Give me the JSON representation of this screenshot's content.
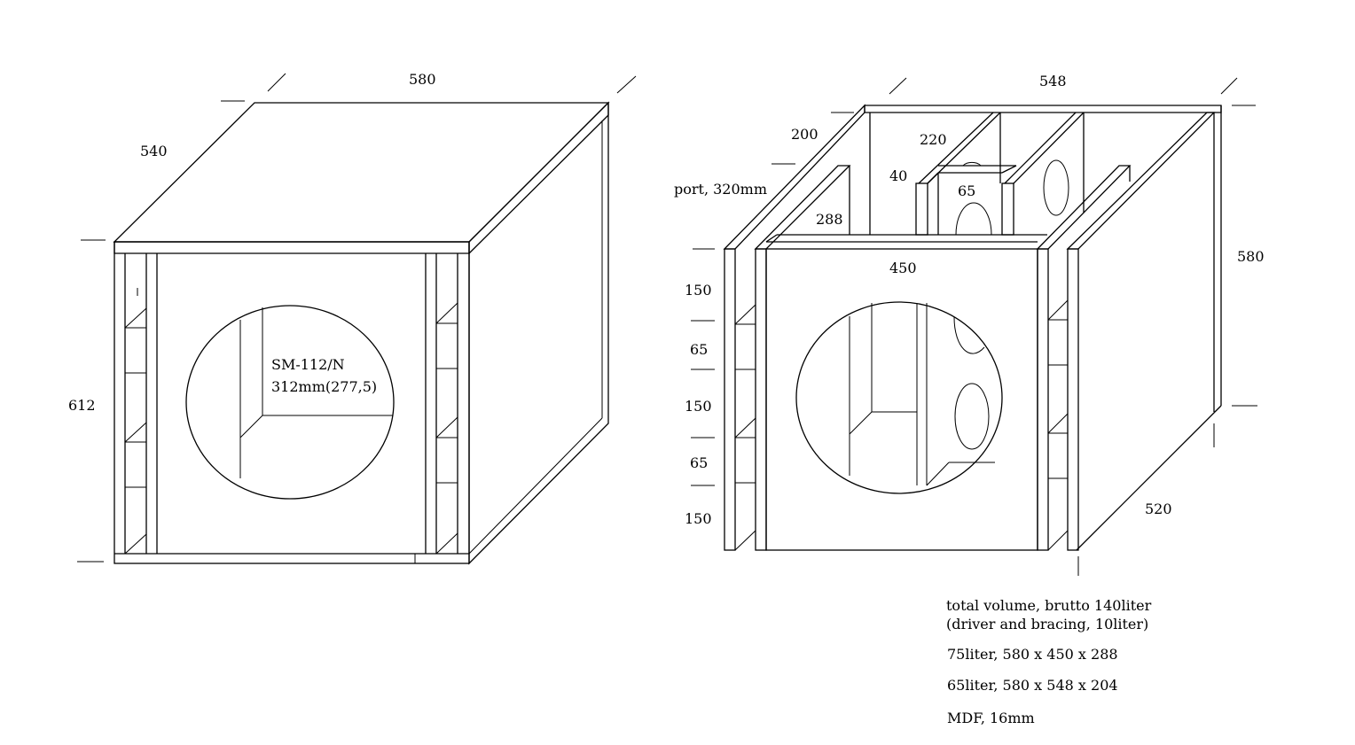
{
  "left_box": {
    "dims": {
      "width": "580",
      "depth": "540",
      "height": "612"
    },
    "driver": {
      "model": "SM-112/N",
      "size": "312mm(277,5)"
    }
  },
  "right_box": {
    "dims": {
      "width": "548",
      "port_depth": "200",
      "port_width": "220",
      "brace": "40",
      "brace_height": "65",
      "port_length": "288",
      "inner_width": "450",
      "height": "580",
      "depth": "520"
    },
    "port_label": "port, 320mm",
    "side_bracing": [
      "150",
      "65",
      "150",
      "65",
      "150"
    ]
  },
  "notes": [
    "total volume, brutto 140liter",
    "(driver and bracing, 10liter)",
    "75liter, 580 x 450 x 288",
    "65liter, 580 x 548 x 204",
    "MDF, 16mm"
  ]
}
